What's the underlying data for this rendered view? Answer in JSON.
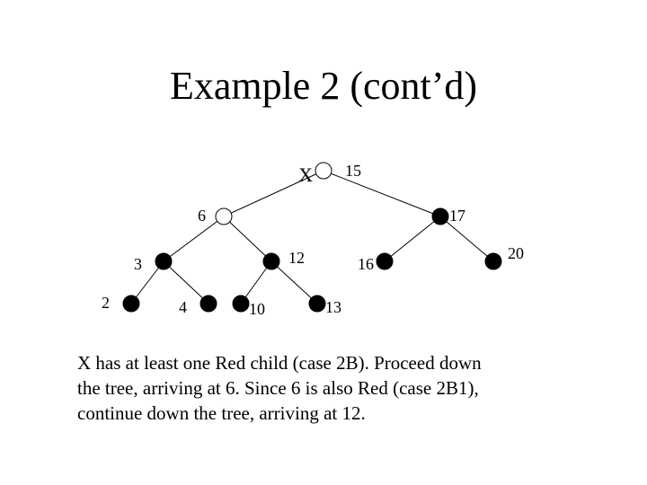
{
  "slide": {
    "title": "Example 2 (cont’d)",
    "body_lines": [
      "X has at least one Red child (case 2B).  Proceed down",
      "the tree, arriving at 6.  Since 6 is also Red (case 2B1),",
      "continue down the tree, arriving at 12."
    ]
  },
  "tree": {
    "x_marker": "X",
    "colors": {
      "black_node": "#000000",
      "red_node_fill": "#ffffff",
      "edge": "#000000"
    },
    "nodes": [
      {
        "id": "n15",
        "label": "15",
        "color": "red"
      },
      {
        "id": "n6",
        "label": "6",
        "color": "red"
      },
      {
        "id": "n17",
        "label": "17",
        "color": "black"
      },
      {
        "id": "n3",
        "label": "3",
        "color": "black"
      },
      {
        "id": "n12",
        "label": "12",
        "color": "black"
      },
      {
        "id": "n16",
        "label": "16",
        "color": "black"
      },
      {
        "id": "n20",
        "label": "20",
        "color": "black"
      },
      {
        "id": "n2",
        "label": "2",
        "color": "black"
      },
      {
        "id": "n4",
        "label": "4",
        "color": "black"
      },
      {
        "id": "n10",
        "label": "10",
        "color": "black"
      },
      {
        "id": "n13",
        "label": "13",
        "color": "black"
      }
    ],
    "edges": [
      [
        "n15",
        "n6"
      ],
      [
        "n15",
        "n17"
      ],
      [
        "n6",
        "n3"
      ],
      [
        "n6",
        "n12"
      ],
      [
        "n17",
        "n16"
      ],
      [
        "n17",
        "n20"
      ],
      [
        "n3",
        "n2"
      ],
      [
        "n3",
        "n4"
      ],
      [
        "n12",
        "n10"
      ],
      [
        "n12",
        "n13"
      ]
    ]
  }
}
